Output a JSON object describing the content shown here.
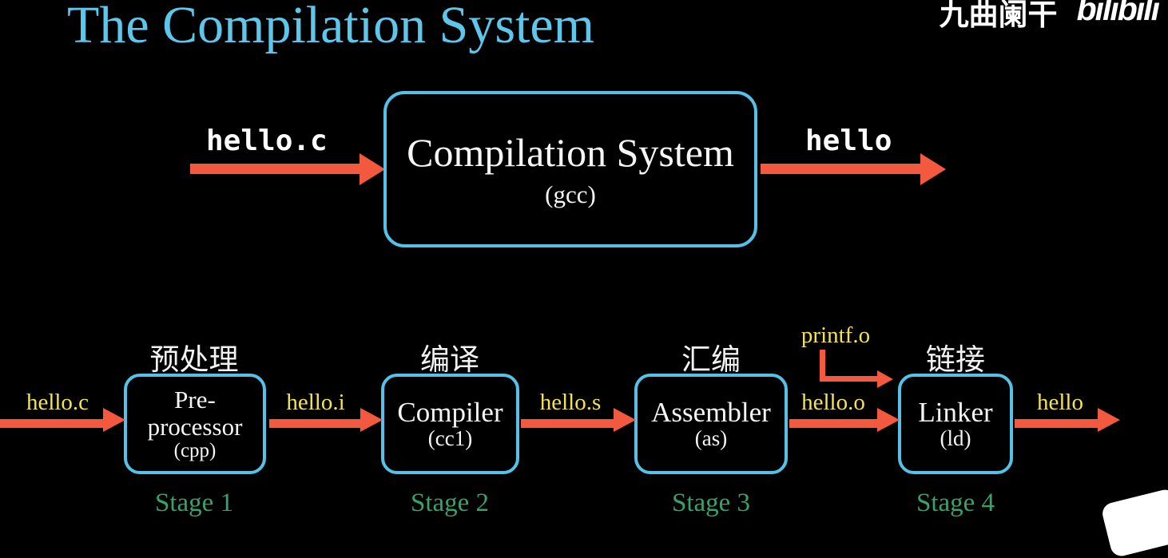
{
  "slide": {
    "title": "The Compilation System",
    "watermark": {
      "text": "九曲阑干",
      "logo_text": "bilibili"
    }
  },
  "overview": {
    "input_label": "hello.c",
    "box": {
      "title": "Compilation System",
      "subtitle": "(gcc)"
    },
    "output_label": "hello"
  },
  "pipeline": {
    "printf_label": "printf.o",
    "final_output_label": "hello",
    "stages": [
      {
        "cn_label": "预处理",
        "name_line1": "Pre-",
        "name_line2": "processor",
        "tool": "(cpp)",
        "stage_label": "Stage 1",
        "input_label": "hello.c"
      },
      {
        "cn_label": "编译",
        "name_line1": "Compiler",
        "name_line2": "",
        "tool": "(cc1)",
        "stage_label": "Stage 2",
        "input_label": "hello.i"
      },
      {
        "cn_label": "汇编",
        "name_line1": "Assembler",
        "name_line2": "",
        "tool": "(as)",
        "stage_label": "Stage 3",
        "input_label": "hello.s"
      },
      {
        "cn_label": "链接",
        "name_line1": "Linker",
        "name_line2": "",
        "tool": "(ld)",
        "stage_label": "Stage 4",
        "input_label": "hello.o"
      }
    ]
  },
  "colors": {
    "background": "#000000",
    "title_blue": "#5ec6ea",
    "box_border_cyan": "#54c2e8",
    "arrow_red": "#f3593f",
    "label_yellow": "#f3e44e",
    "stage_green": "#36a36b",
    "text_white": "#f5f5f5"
  }
}
